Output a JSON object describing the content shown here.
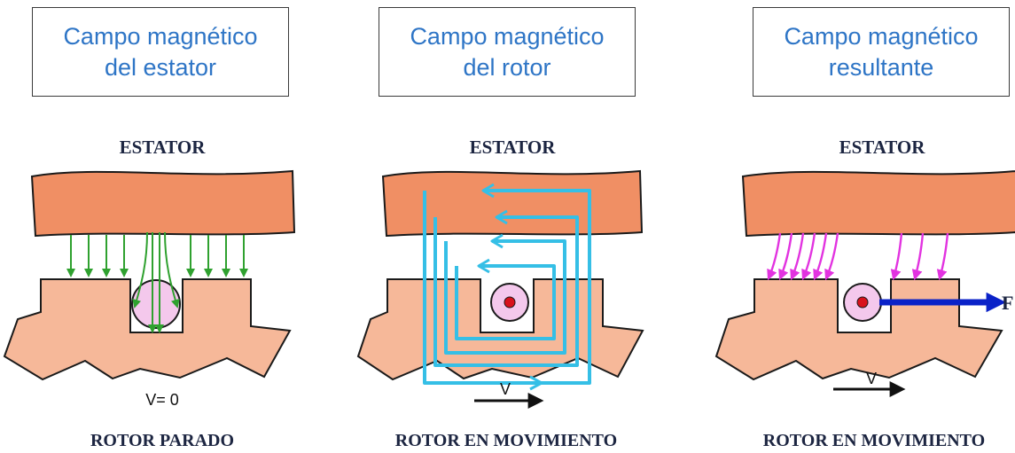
{
  "panels": [
    {
      "title": "Campo magnético\ndel estator",
      "top_label": "ESTATOR",
      "bottom_label": "ROTOR PARADO",
      "speed_label": "V= 0"
    },
    {
      "title": "Campo magnético\ndel rotor",
      "top_label": "ESTATOR",
      "bottom_label": "ROTOR EN MOVIMIENTO",
      "speed_label": "V"
    },
    {
      "title": "Campo magnético\nresultante",
      "top_label": "ESTATOR",
      "bottom_label": "ROTOR EN MOVIMIENTO",
      "speed_label": "V",
      "force_label": "F"
    }
  ],
  "colors": {
    "stator_fill": "#f08f64",
    "rotor_fill": "#f6b899",
    "outline": "#1a1a1a",
    "stator_field": "#2fa12f",
    "rotor_field": "#35bfe6",
    "resultant_field": "#e233e0",
    "force_arrow": "#0a22c8",
    "conductor_ring": "#f4c8ec",
    "conductor_dot": "#d8121c",
    "title_text": "#2e75c6"
  }
}
